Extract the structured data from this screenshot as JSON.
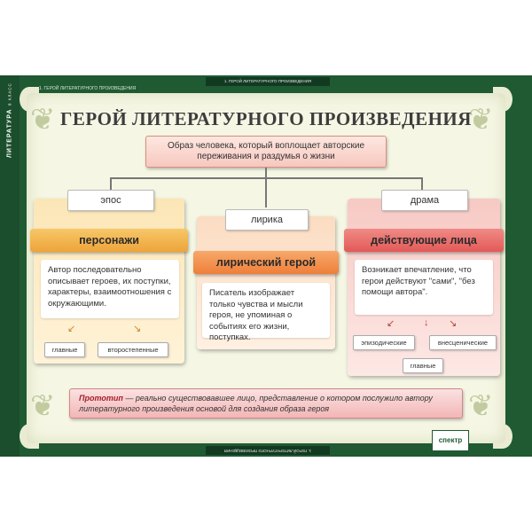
{
  "subject": {
    "title": "ЛИТЕРАТУРА",
    "grade": "8 КЛАСС"
  },
  "section_label": "1. ГЕРОЙ ЛИТЕРАТУРНОГО ПРОИЗВЕДЕНИЯ",
  "main_title": "ГЕРОЙ ЛИТЕРАТУРНОГО ПРОИЗВЕДЕНИЯ",
  "definition": "Образ человека, который воплощает авторские переживания и раздумья о жизни",
  "columns": {
    "epos": {
      "genre": "эпос",
      "header": "персонажи",
      "text": "Автор последовательно описывает героев, их поступки, характеры, взаимоотношения с окружающими.",
      "chips": [
        "главные",
        "второстепенные"
      ]
    },
    "lyrics": {
      "genre": "лирика",
      "header": "лирический герой",
      "text": "Писатель изображает только чувства и мысли героя, не упоминая о событиях его жизни, поступках."
    },
    "drama": {
      "genre": "драма",
      "header": "действующие лица",
      "text": "Возникает впечатление, что герои действуют \"сами\", \"без помощи автора\".",
      "chips": [
        "эпизодические",
        "внесценические",
        "главные"
      ]
    }
  },
  "prototype": {
    "term": "Прототип",
    "text": " — реально существовавшее лицо, представление о котором послужило автору литературного произведения основой для создания образа героя"
  },
  "publisher": {
    "logo": "спектр"
  },
  "colors": {
    "frame": "#1f5a33",
    "epos": "#eea43a",
    "lyrics": "#ee7f3a",
    "drama": "#e25a57",
    "prototype_term": "#a31f2a"
  }
}
